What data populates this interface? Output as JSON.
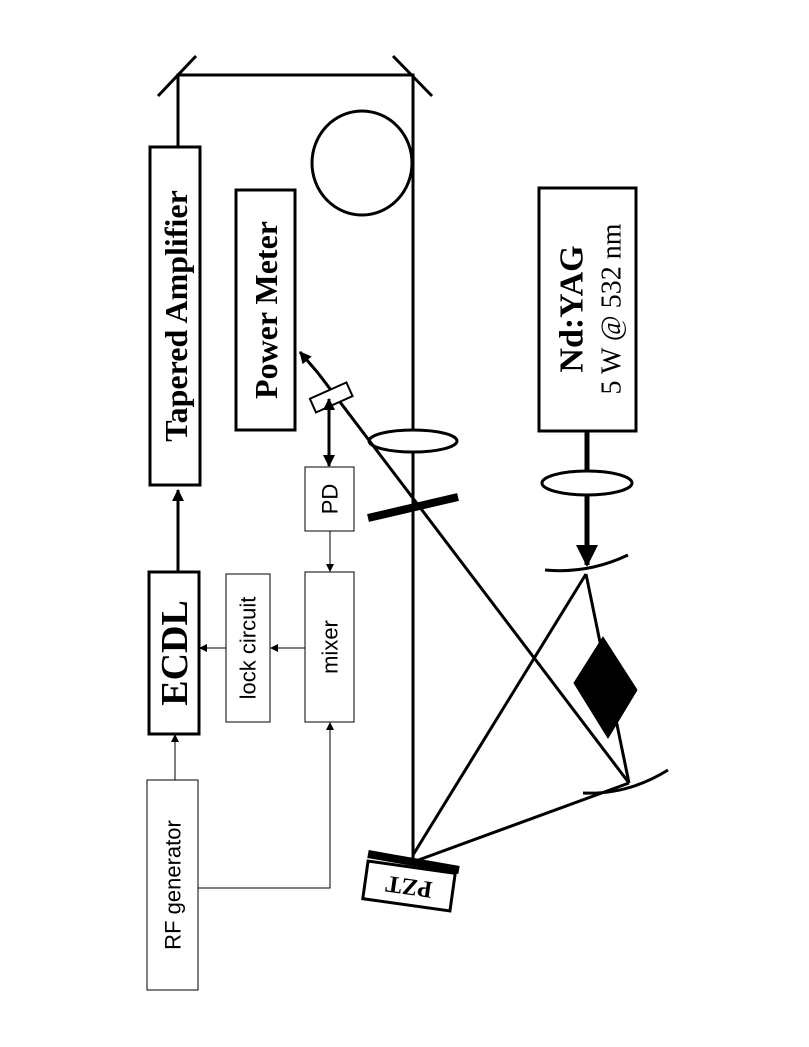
{
  "labels": {
    "tapered_amplifier": "Tapered Amplifier",
    "power_meter": "Power Meter",
    "nd_yag_name": "Nd:YAG",
    "nd_yag_spec": "5 W @ 532 nm",
    "ecdl": "ECDL",
    "lock_circuit": "lock circuit",
    "mixer": "mixer",
    "pd": "PD",
    "rf_generator": "RF generator",
    "pzt": "PZT"
  }
}
